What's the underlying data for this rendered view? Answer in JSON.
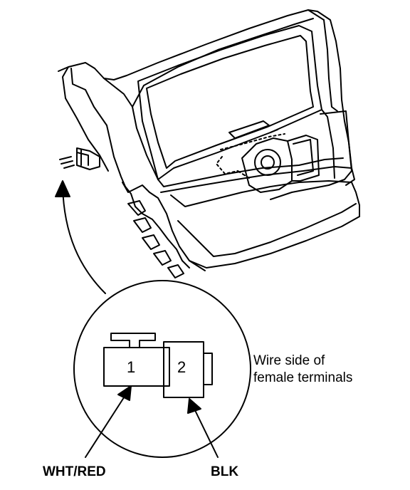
{
  "caption": {
    "line1": "Wire side of",
    "line2": "female terminals"
  },
  "connector": {
    "pins": [
      {
        "number": "1",
        "wire_color": "WHT/RED"
      },
      {
        "number": "2",
        "wire_color": "BLK"
      }
    ]
  },
  "colors": {
    "line": "#000000",
    "background": "#ffffff"
  }
}
